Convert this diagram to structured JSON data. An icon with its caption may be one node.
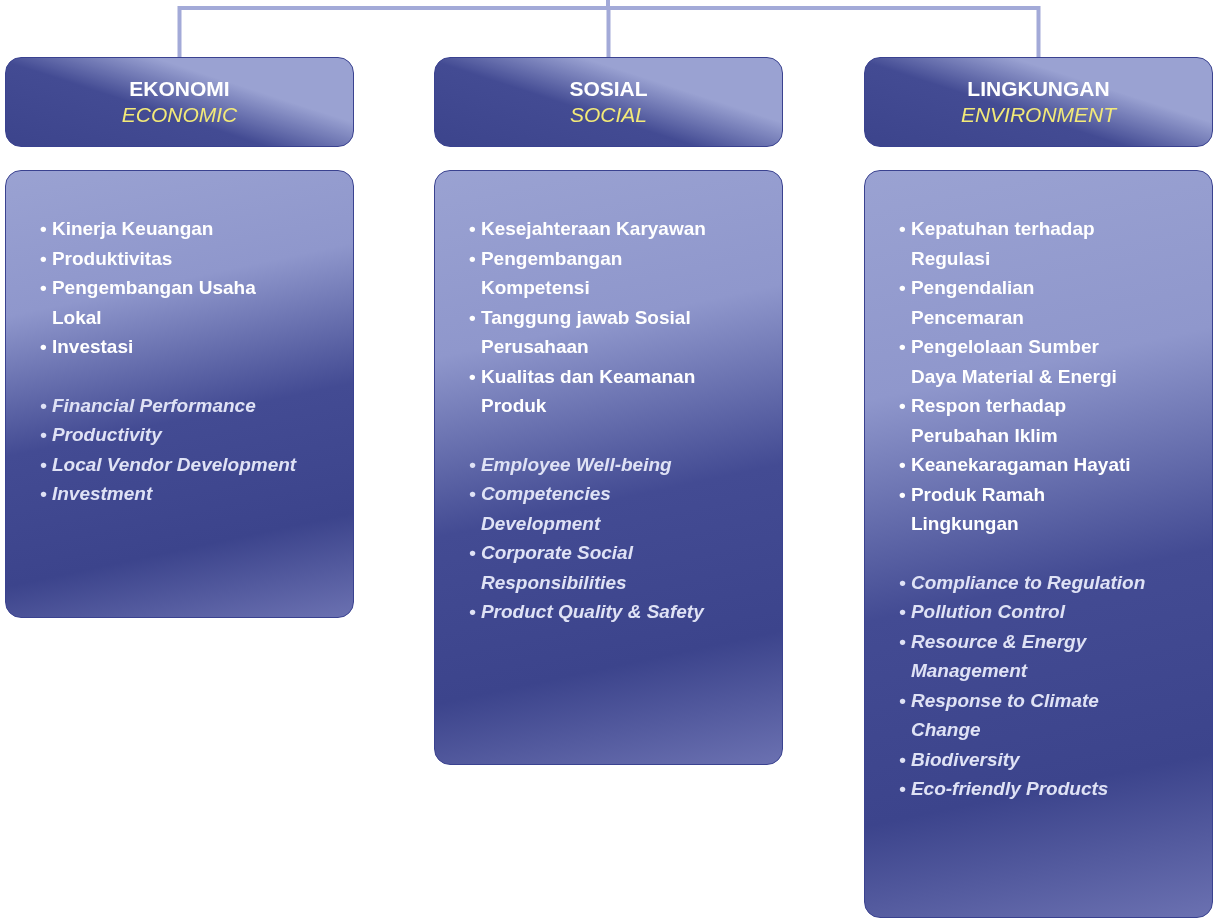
{
  "diagram": {
    "nodes": [
      {
        "text": [
          "EKONOMI",
          "ECONOMIC"
        ]
      },
      {
        "text": [
          "• Kinerja Keuangan",
          "• Produktivitas",
          "• Pengembangan Usaha Lokal",
          "• Investasi",
          "• Financial Performance",
          "• Productivity",
          "• Local Vendor Development",
          "• Investment"
        ]
      },
      {
        "text": [
          "SOSIAL",
          "SOCIAL"
        ]
      },
      {
        "text": [
          "• Kesejahteraan Karyawan",
          "• Pengembangan Kompetensi",
          "• Tanggung jawab Sosial Perusahaan",
          "• Kualitas dan Keamanan Produk",
          "• Employee Well-being",
          "• Competencies Development",
          "• Corporate Social Responsibilities",
          "• Product Quality & Safety"
        ]
      },
      {
        "text": [
          "LINGKUNGAN",
          "ENVIRONMENT"
        ]
      },
      {
        "text": [
          "• Kepatuhan terhadap Regulasi",
          "• Pengendalian Pencemaran",
          "• Pengelolaan Sumber Daya Material & Energi",
          "• Respon terhadap Perubahan Iklim",
          "• Keanekaragaman Hayati",
          "• Produk Ramah Lingkungan",
          "• Compliance to Regulation",
          "• Pollution Control",
          "• Resource & Energy Management",
          "• Response to Climate Change",
          "• Biodiversity",
          "• Eco-friendly Products"
        ]
      }
    ],
    "edges": [
      {
        "from": null,
        "to": 0,
        "arrow": "none"
      },
      {
        "from": null,
        "to": 2,
        "arrow": "none"
      },
      {
        "from": null,
        "to": 4,
        "arrow": "none"
      }
    ]
  }
}
